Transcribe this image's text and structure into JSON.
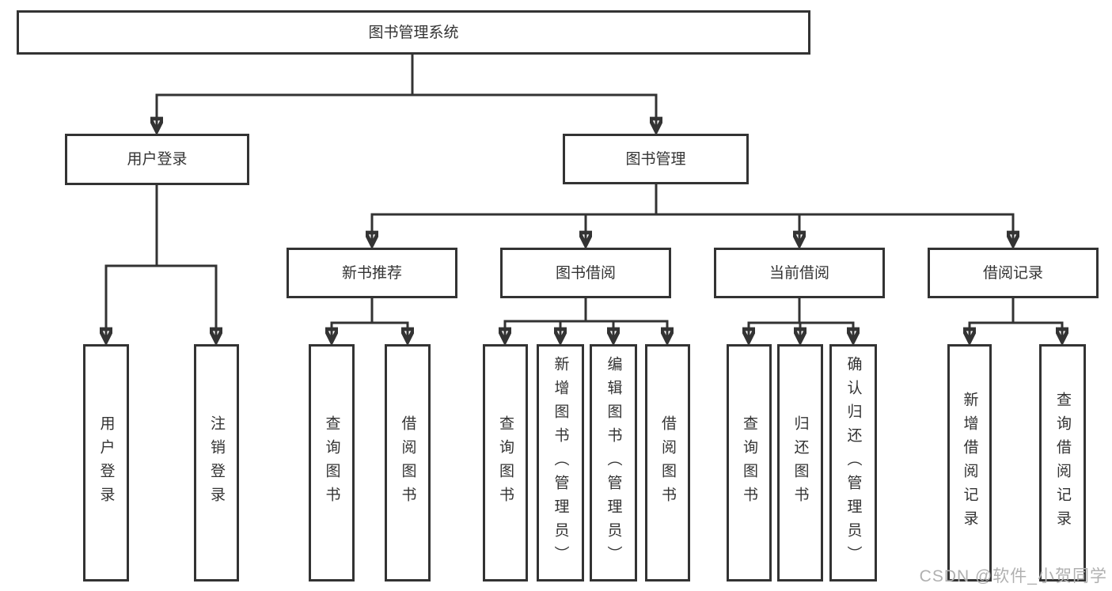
{
  "diagram": {
    "root": "图书管理系统",
    "level2": [
      {
        "label": "用户登录"
      },
      {
        "label": "图书管理"
      }
    ],
    "level3": [
      {
        "label": "新书推荐"
      },
      {
        "label": "图书借阅"
      },
      {
        "label": "当前借阅"
      },
      {
        "label": "借阅记录"
      }
    ],
    "leaves": {
      "user": [
        "用户登录",
        "注销登录"
      ],
      "new_books": [
        "查询图书",
        "借阅图书"
      ],
      "borrow": [
        "查询图书",
        "新增图书（管理员）",
        "编辑图书（管理员）",
        "借阅图书"
      ],
      "current": [
        "查询图书",
        "归还图书",
        "确认归还（管理员）"
      ],
      "records": [
        "新增借阅记录",
        "查询借阅记录"
      ]
    },
    "watermark": "CSDN @软件_小贺同学",
    "colors": {
      "line": "#333333",
      "text": "#333333",
      "watermark": "#b0b0b0"
    }
  }
}
